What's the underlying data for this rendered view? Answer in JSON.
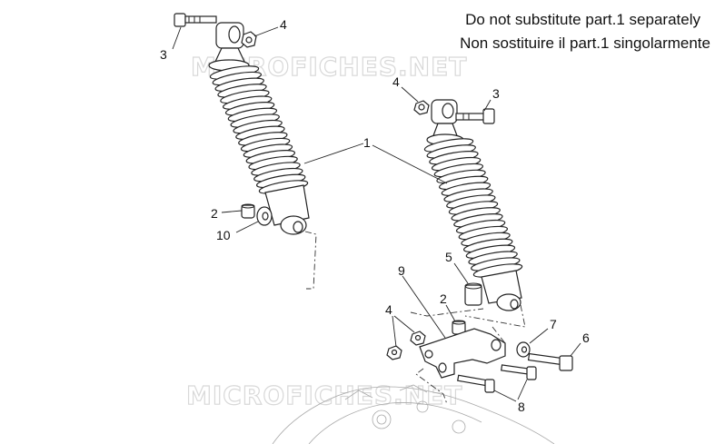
{
  "notes": {
    "line1": "Do not substitute part.1 separately",
    "line2": "Non sostituire il part.1 singolarmente"
  },
  "watermark": "MICROFICHES.NET",
  "callouts": {
    "c1": "1",
    "c2a": "2",
    "c2b": "2",
    "c3a": "3",
    "c3b": "3",
    "c4a": "4",
    "c4b": "4",
    "c4c": "4",
    "c5": "5",
    "c6": "6",
    "c7": "7",
    "c8": "8",
    "c9": "9",
    "c10": "10"
  }
}
